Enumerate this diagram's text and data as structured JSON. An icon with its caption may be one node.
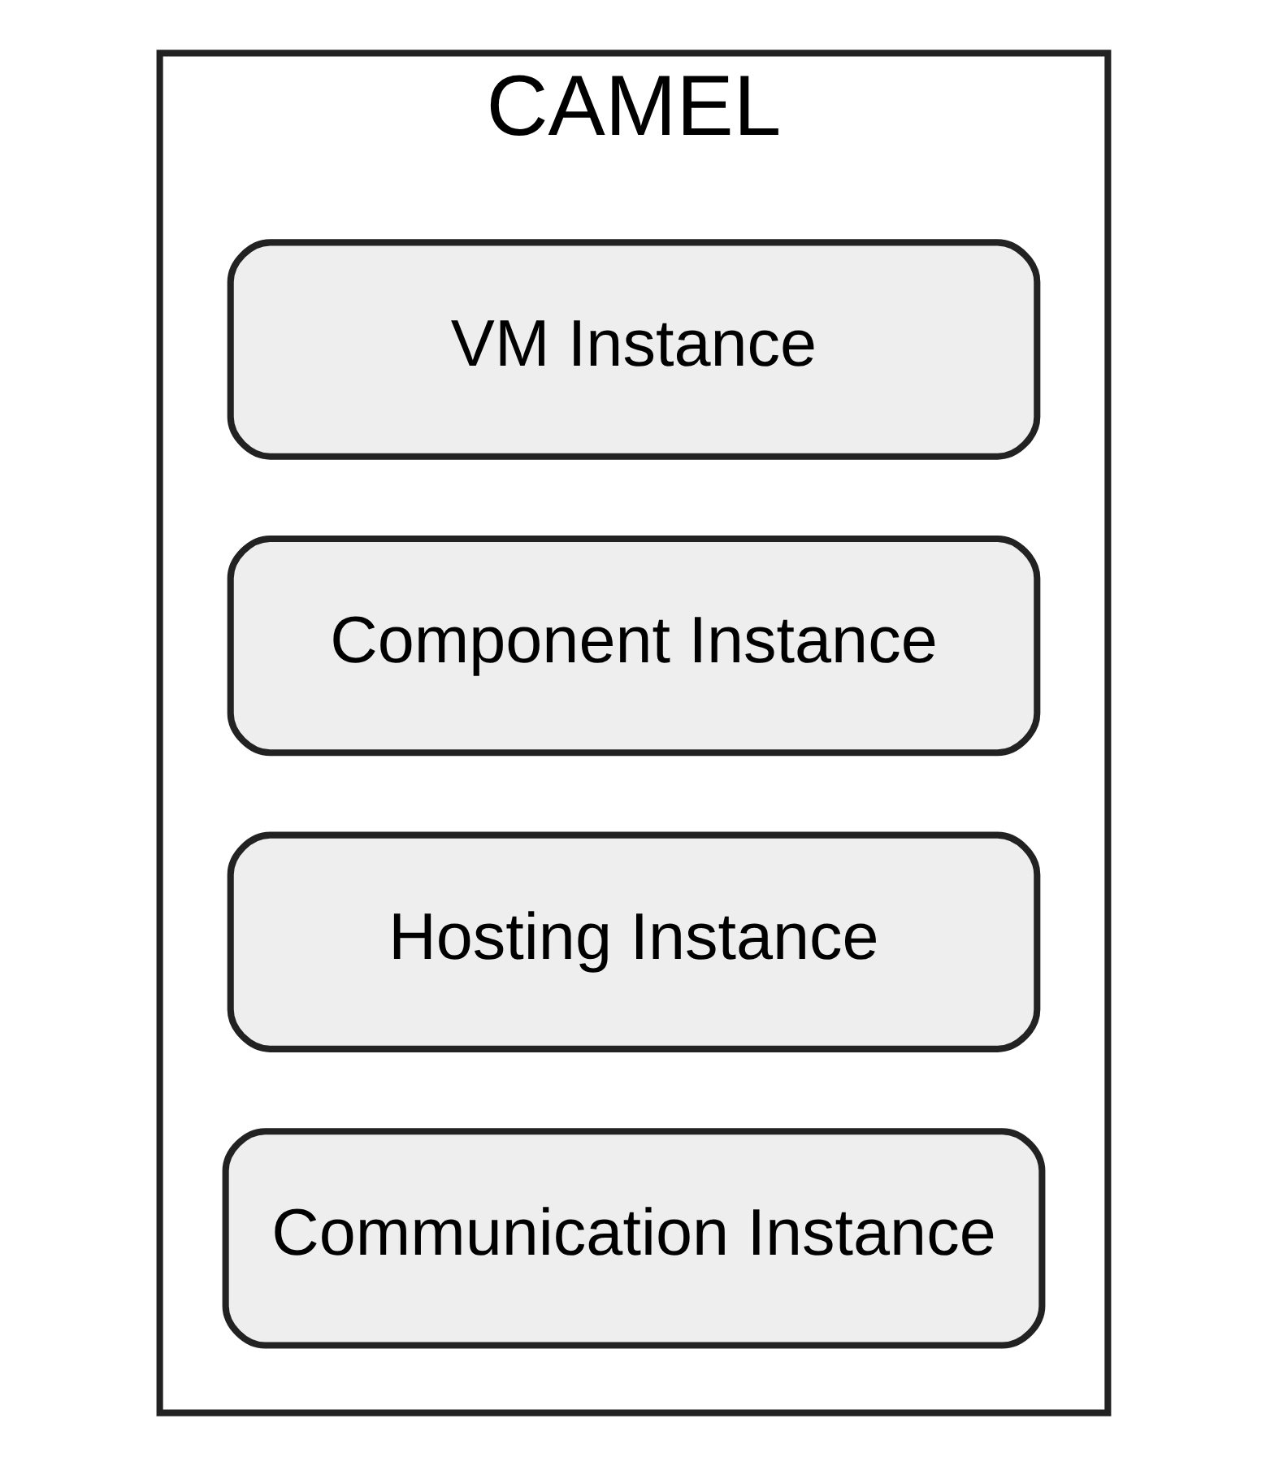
{
  "diagram": {
    "nodes": [
      {
        "text": [
          "CAMEL"
        ]
      },
      {
        "text": [
          "VM Instance"
        ],
        "in": 0
      },
      {
        "text": [
          "Component Instance"
        ],
        "in": 0
      },
      {
        "text": [
          "Hosting Instance"
        ],
        "in": 0
      },
      {
        "text": [
          "Communication Instance"
        ],
        "in": 0
      }
    ]
  }
}
